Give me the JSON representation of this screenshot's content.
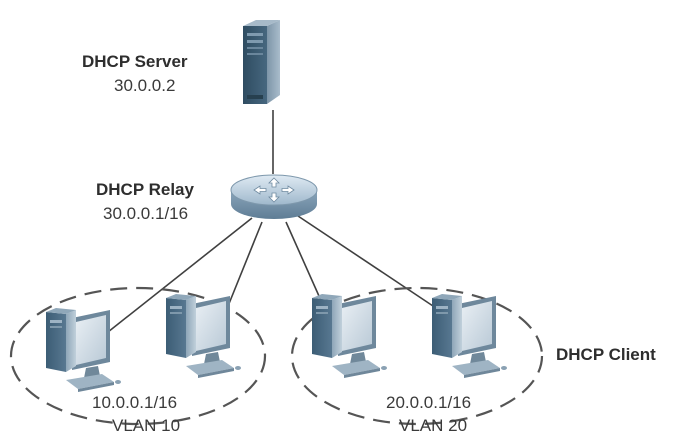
{
  "server": {
    "title": "DHCP Server",
    "ip": "30.0.0.2",
    "icon": "server-tower-icon"
  },
  "relay": {
    "title": "DHCP Relay",
    "ip": "30.0.0.1/16",
    "icon": "router-icon"
  },
  "client_label": "DHCP Client",
  "vlans": [
    {
      "subnet": "10.0.0.1/16",
      "name": "VLAN 10",
      "hosts": 2
    },
    {
      "subnet": "20.0.0.1/16",
      "name": "VLAN 20",
      "hosts": 2
    }
  ],
  "colors": {
    "line": "#404040",
    "dash": "#555555",
    "server_body": "#3b5a70",
    "router_body": "#a8c0d2",
    "pc_body": "#4a6a82",
    "monitor_frame": "#7e97aa"
  }
}
